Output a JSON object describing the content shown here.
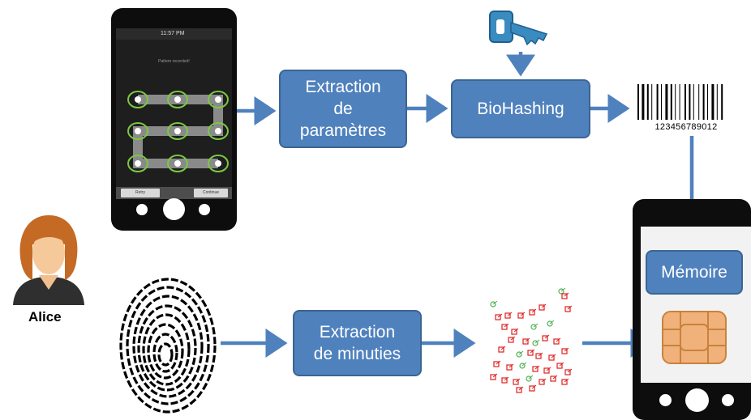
{
  "boxes": {
    "extraction_parametres": [
      "Extraction",
      "de",
      "paramètres"
    ],
    "biohashing": "BioHashing",
    "extraction_minuties": [
      "Extraction",
      "de minuties"
    ],
    "memoire": "Mémoire"
  },
  "person": {
    "name": "Alice"
  },
  "barcode": {
    "digits": "123456789012"
  },
  "phone_top": {
    "status_time": "11:57 PM",
    "pattern_message": "Pattern recorded!",
    "retry_label": "Retry",
    "continue_label": "Continue"
  },
  "colors": {
    "box_fill": "#4f81bd",
    "box_border": "#3b6593",
    "arrow": "#4f81bd",
    "pattern_node": "#7ac943",
    "minutia_red": "#e02020",
    "minutia_green": "#4caf50",
    "chip": "#f0b27a",
    "key": "#3a8bbf"
  },
  "icons": [
    "key-icon",
    "barcode-icon",
    "fingerprint-icon",
    "smart-chip-icon",
    "avatar-icon"
  ]
}
